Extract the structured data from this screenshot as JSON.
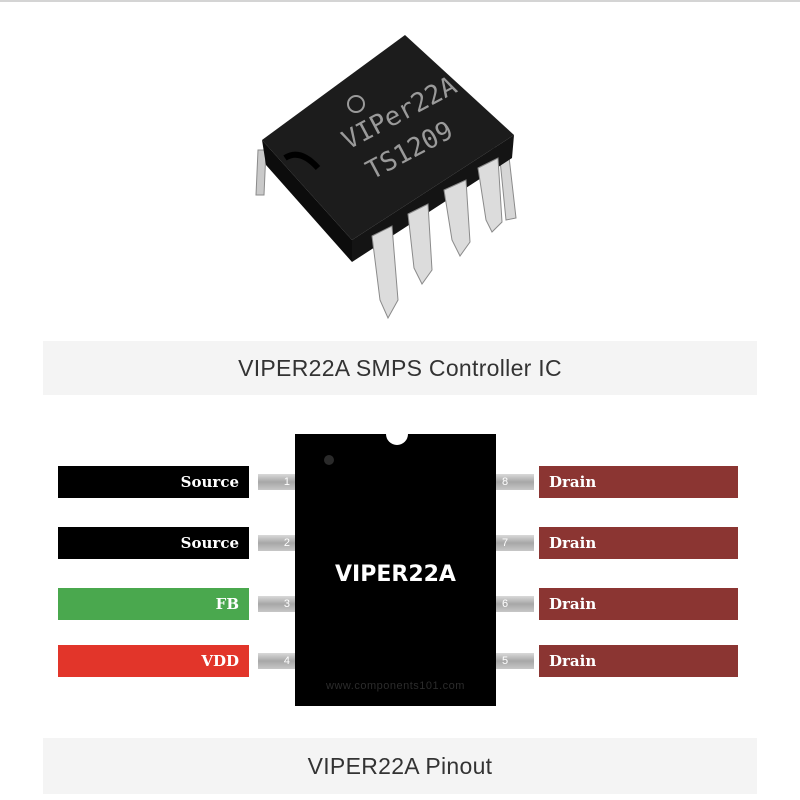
{
  "photo": {
    "chip_marking_line1": "VIPer22A",
    "chip_marking_line2": "TS1209",
    "caption": "VIPER22A SMPS Controller IC"
  },
  "pinout": {
    "chip_name": "VIPER22A",
    "watermark": "www.components101.com",
    "caption": "VIPER22A Pinout",
    "left_pins": [
      {
        "number": "1",
        "label": "Source",
        "color": "#000000"
      },
      {
        "number": "2",
        "label": "Source",
        "color": "#000000"
      },
      {
        "number": "3",
        "label": "FB",
        "color": "#4aa84e"
      },
      {
        "number": "4",
        "label": "VDD",
        "color": "#e2352a"
      }
    ],
    "right_pins": [
      {
        "number": "8",
        "label": "Drain",
        "color": "#8b3532"
      },
      {
        "number": "7",
        "label": "Drain",
        "color": "#8b3532"
      },
      {
        "number": "6",
        "label": "Drain",
        "color": "#8b3532"
      },
      {
        "number": "5",
        "label": "Drain",
        "color": "#8b3532"
      }
    ]
  }
}
